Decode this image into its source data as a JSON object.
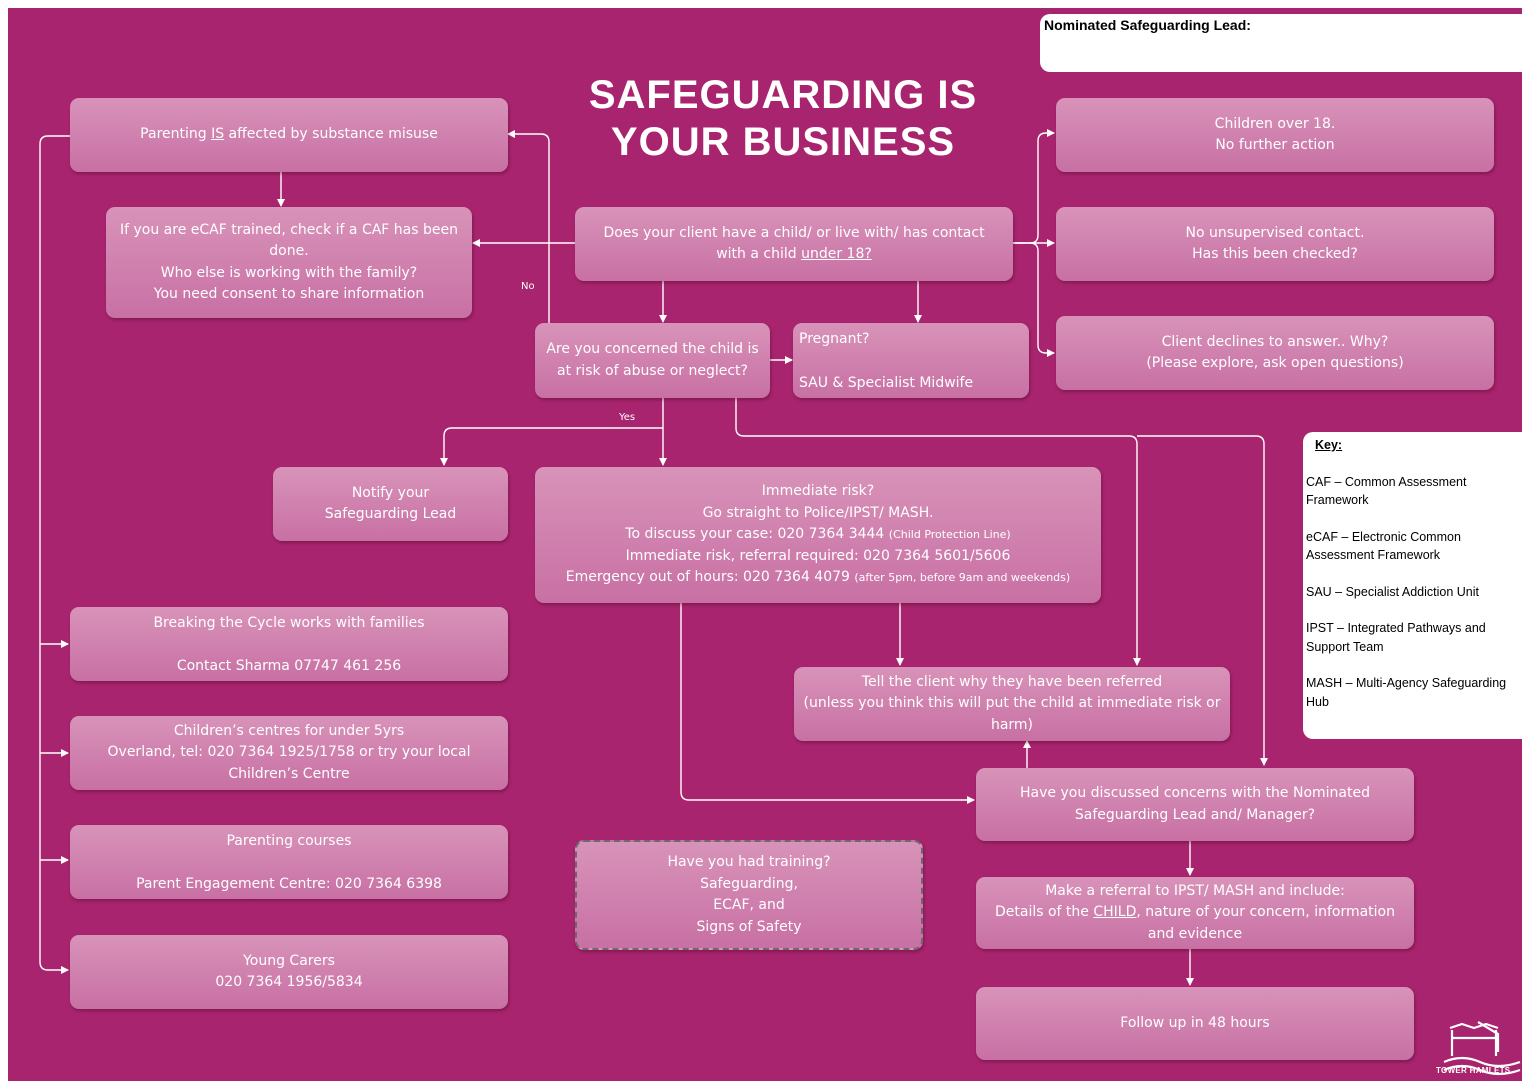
{
  "title_line1": "SAFEGUARDING IS",
  "title_line2": "YOUR BUSINESS",
  "nominated_lead_label": "Nominated Safeguarding Lead:",
  "nodes": {
    "parenting_affected": {
      "pre": "Parenting ",
      "underlined": "IS",
      "post": " affected by substance misuse"
    },
    "ecaf_check": "If you are eCAF trained, check if a CAF has been done.\nWho else is working with the family?\nYou need consent to share information",
    "does_client": {
      "pre": "Does your client have a child/ or live with/ has contact\nwith a child ",
      "underlined": "under 18?"
    },
    "children_over_18": "Children over 18.\nNo further action",
    "no_unsupervised": "No unsupervised contact.\nHas this been checked?",
    "client_declines": "Client declines to answer.. Why?\n(Please explore, ask open questions)",
    "concerned": "Are you concerned the child is\nat risk of abuse or neglect?",
    "pregnant_q": "Pregnant?",
    "pregnant_a": "SAU & Specialist Midwife",
    "notify_lead": "Notify your\nSafeguarding Lead",
    "immediate": {
      "line1": "Immediate risk?",
      "line2": "Go straight to Police/IPST/ MASH.",
      "line3": "To discuss your case: 020 7364 3444 ",
      "line3_small": "(Child Protection Line)",
      "line4": "Immediate risk, referral required: 020 7364 5601/5606",
      "line5": "Emergency out of hours: 020 7364 4079 ",
      "line5_small": "(after 5pm, before 9am and weekends)"
    },
    "breaking_cycle": "Breaking the Cycle works with families\n\nContact Sharma 07747 461 256",
    "childrens_centres": "Children’s centres for under 5yrs\nOverland, tel: 020 7364 1925/1758 or try your local\nChildren’s Centre",
    "parenting_courses": "Parenting courses\n\nParent Engagement Centre: 020 7364 6398",
    "young_carers": "Young Carers\n020 7364 1956/5834",
    "training": "Have you had training?\nSafeguarding,\nECAF, and\nSigns of Safety",
    "tell_client": "Tell the client why they have been referred\n(unless you think this will put the child at immediate risk or\nharm)",
    "discussed": "Have you discussed concerns with the Nominated\nSafeguarding Lead and/ Manager?",
    "referral": {
      "pre": "Make a referral to IPST/ MASH and include:\nDetails of the ",
      "underlined": "CHILD",
      "post": ", nature of your concern, information\nand evidence"
    },
    "follow_up": "Follow up in 48 hours"
  },
  "edge_labels": {
    "no": "No",
    "yes": "Yes"
  },
  "key": {
    "title": "Key:",
    "items": [
      "CAF – Common Assessment Framework",
      "eCAF – Electronic Common Assessment Framework",
      "SAU – Specialist Addiction Unit",
      "IPST – Integrated Pathways and Support Team",
      "MASH – Multi-Agency Safeguarding Hub"
    ]
  },
  "logo_text": "TOWER HAMLETS",
  "colors": {
    "background": "#a8246e",
    "box_fill": "#d08ab4",
    "connector": "#ffffff",
    "panel": "#ffffff"
  },
  "icons": [
    "tower-hamlets-logo-icon"
  ]
}
